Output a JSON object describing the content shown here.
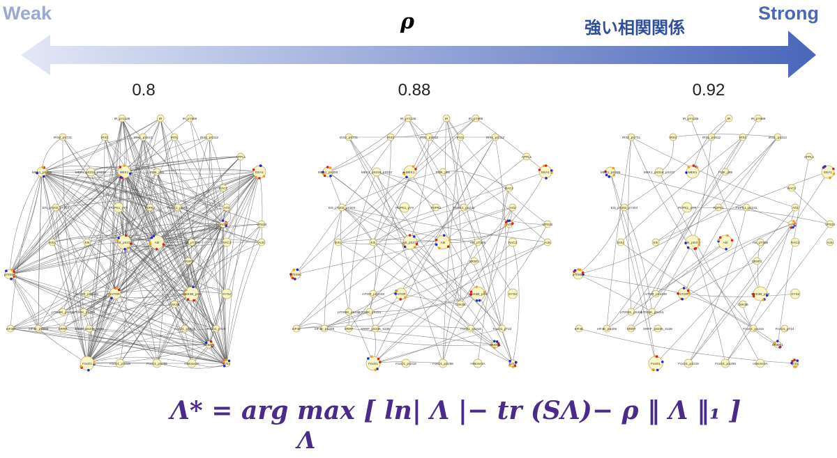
{
  "header": {
    "weak_label": "Weak",
    "strong_label": "Strong",
    "rho_symbol": "ρ",
    "jp_label": "強い相関関係",
    "arrow_colors": [
      "#e3e8f6",
      "#4a66ba"
    ]
  },
  "panels": [
    {
      "rho_value": "0.8"
    },
    {
      "rho_value": "0.88"
    },
    {
      "rho_value": "0.92"
    }
  ],
  "node_labels": {
    "top": [
      "IR_pY1185",
      "IR",
      "IR_pY989",
      "IRS2_pS731",
      "IRS2",
      "IRS1_pS612",
      "IRS1",
      "IRS1_pS312",
      "APPL1"
    ],
    "row2": [
      "MEK1_pS298",
      "MEK1_pS218_pS222",
      "MEK1",
      "PI3K_p85",
      "EEA1"
    ],
    "row3": [
      "Erk_pT202_pY204",
      "PDPK1_pY9",
      "PDPK1",
      "PDPK1_pS241",
      "RAC2",
      "Arl3",
      "Arl5",
      "VPS34"
    ],
    "row4": [
      "Erk1",
      "Erk",
      "Akt_pS473",
      "Akt",
      "Akt_pT308",
      "RAC3",
      "Actn"
    ],
    "row5": [
      "p70S6K",
      "GSK3B_pS9",
      "mTOR",
      "mTOR_pS2448",
      "SRSF1",
      "GSK3B",
      "GYS2"
    ],
    "row6": [
      "eIF4E",
      "eIF4E_pS209",
      "p70S6K_pS411",
      "p70S6K_pS424",
      "SRRP",
      "SRRP_pS235_S236",
      "FoxO1_pS319",
      "FoxO1_pT24",
      "DNMT1",
      "Erk1"
    ],
    "bottom": [
      "FoxO1",
      "FoxO1_pS319",
      "FoxO1_pS256",
      "Histone3A",
      "Bin1"
    ]
  },
  "formula": {
    "lhs": "Λ* = arg max [ ln| Λ |− tr (SΛ)− ρ ‖ Λ ‖₁ ]",
    "subscript": "Λ"
  }
}
